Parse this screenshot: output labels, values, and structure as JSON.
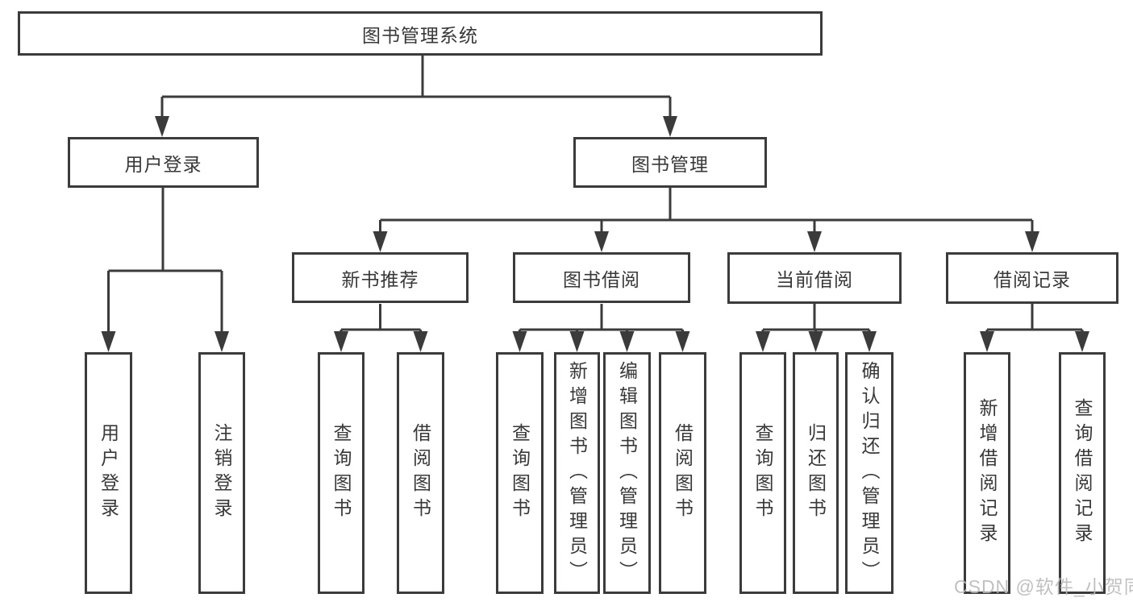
{
  "colors": {
    "line": "#3b3b3b",
    "text": "#383838",
    "background": "#ffffff",
    "watermark": "#b9b9b9"
  },
  "watermark": "CSDN @软件_小贺同学",
  "tree": {
    "root": "图书管理系统",
    "branches": [
      {
        "label": "用户登录",
        "children": [
          {
            "label": "用户登录"
          },
          {
            "label": "注销登录"
          }
        ]
      },
      {
        "label": "图书管理",
        "children": [
          {
            "label": "新书推荐",
            "children": [
              {
                "label": "查询图书"
              },
              {
                "label": "借阅图书"
              }
            ]
          },
          {
            "label": "图书借阅",
            "children": [
              {
                "label": "查询图书"
              },
              {
                "label": "新增图书（管理员）"
              },
              {
                "label": "编辑图书（管理员）"
              },
              {
                "label": "借阅图书"
              }
            ]
          },
          {
            "label": "当前借阅",
            "children": [
              {
                "label": "查询图书"
              },
              {
                "label": "归还图书"
              },
              {
                "label": "确认归还（管理员）"
              }
            ]
          },
          {
            "label": "借阅记录",
            "children": [
              {
                "label": "新增借阅记录"
              },
              {
                "label": "查询借阅记录"
              }
            ]
          }
        ]
      }
    ]
  }
}
